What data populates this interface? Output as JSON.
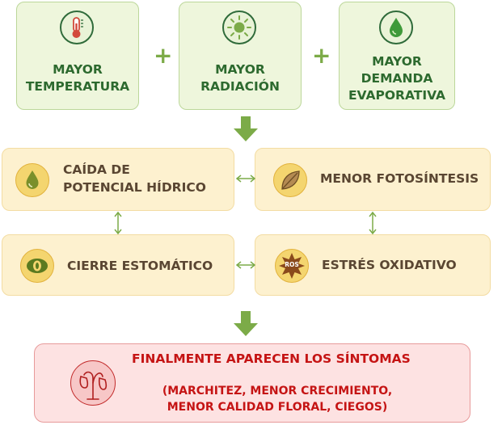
{
  "top": [
    {
      "lines": [
        "MAYOR",
        "TEMPERATURA"
      ],
      "icon": "thermometer-icon"
    },
    {
      "lines": [
        "MAYOR",
        "RADIACIÓN"
      ],
      "icon": "sun-icon"
    },
    {
      "lines": [
        "MAYOR",
        "DEMANDA",
        "EVAPORATIVA"
      ],
      "icon": "water-drop-icon"
    }
  ],
  "plus": [
    "+",
    "+"
  ],
  "middle": {
    "caida": {
      "lines": [
        "CAÍDA DE",
        "POTENCIAL HÍDRICO"
      ],
      "icon": "water-drop-icon"
    },
    "fotosintesis": {
      "lines": [
        "MENOR FOTOSÍNTESIS"
      ],
      "icon": "leaf-icon"
    },
    "cierre": {
      "lines": [
        "CIERRE ESTOMÁTICO"
      ],
      "icon": "stomata-icon"
    },
    "estres": {
      "lines": [
        "ESTRÉS OXIDATIVO"
      ],
      "icon": "ros-icon",
      "badge": "ROS"
    }
  },
  "result": {
    "title": "FINALMENTE APARECEN LOS SÍNTOMAS",
    "sub_lines": [
      "(MARCHITEZ, MENOR CRECIMIENTO,",
      "MENOR CALIDAD FLORAL, CIEGOS)"
    ],
    "icon": "wilted-flower-icon"
  },
  "colors": {
    "green_text": "#2d6a2f",
    "brown_text": "#5a4632",
    "red_text": "#c51414",
    "arrow_green": "#7cab48"
  }
}
